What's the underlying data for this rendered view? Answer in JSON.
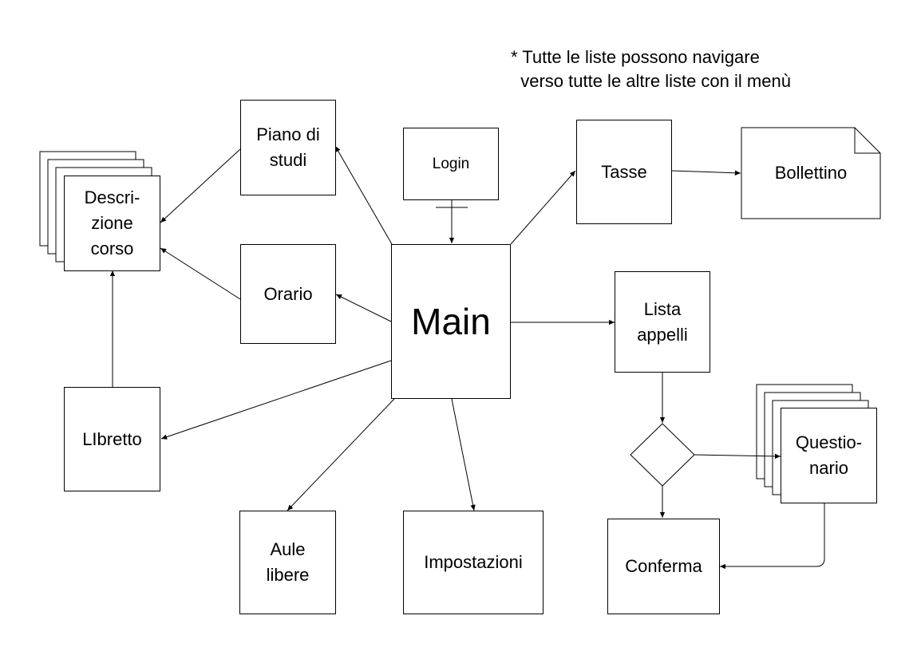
{
  "note": "* Tutte le liste possono navigare\n  verso tutte le altre liste con il menù",
  "nodes": {
    "main": "Main",
    "login": "Login",
    "piano_di_studi": "Piano di\nstudi",
    "orario": "Orario",
    "descrizione_corso": "Descri-\nzione\ncorso",
    "libretto": "LIbretto",
    "aule_libere": "Aule\nlibere",
    "impostazioni": "Impostazioni",
    "tasse": "Tasse",
    "bollettino": "Bollettino",
    "lista_appelli": "Lista\nappelli",
    "questionario": "Questio-\nnario",
    "conferma": "Conferma"
  }
}
